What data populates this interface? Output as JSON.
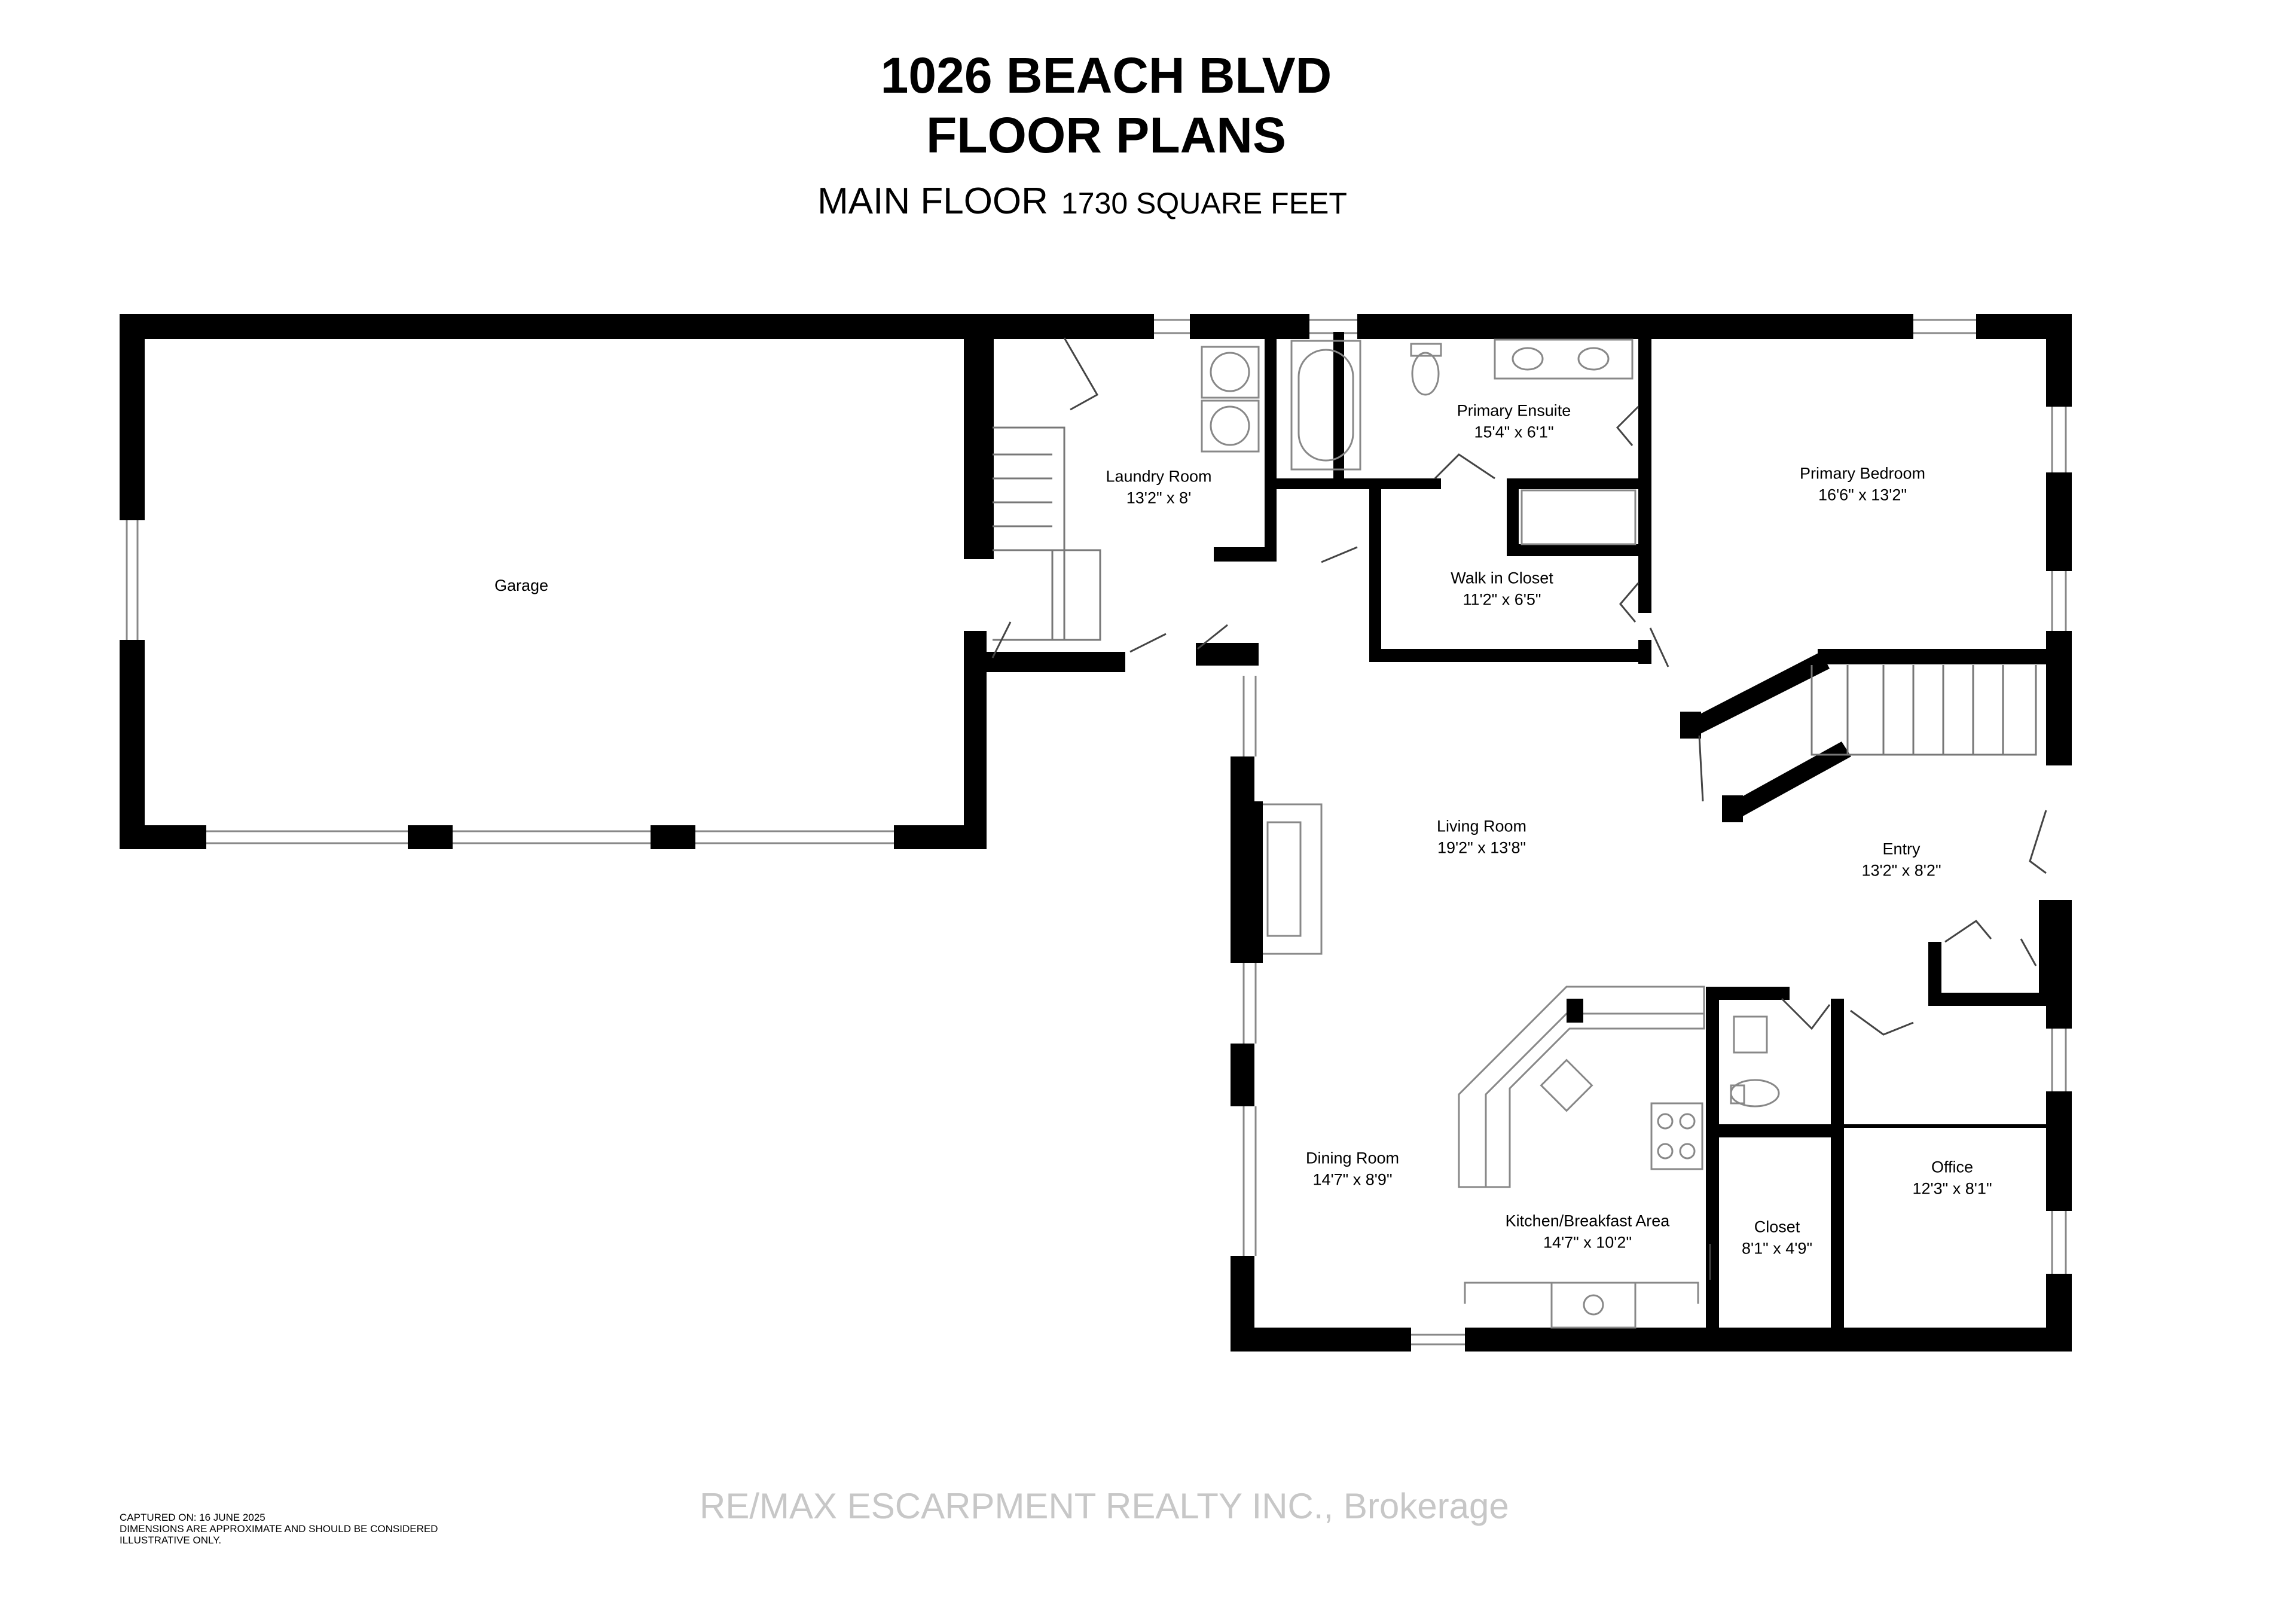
{
  "header": {
    "address": "1026 BEACH BLVD",
    "subtitle": "FLOOR PLANS",
    "floor_name": "MAIN FLOOR",
    "floor_area": "1730 SQUARE FEET"
  },
  "rooms": {
    "garage": {
      "name": "Garage",
      "dims": ""
    },
    "laundry": {
      "name": "Laundry Room",
      "dims": "13'2\" x 8'"
    },
    "ensuite": {
      "name": "Primary Ensuite",
      "dims": "15'4\" x 6'1\""
    },
    "bedroom": {
      "name": "Primary Bedroom",
      "dims": "16'6\" x 13'2\""
    },
    "walkin": {
      "name": "Walk in Closet",
      "dims": "11'2\" x 6'5\""
    },
    "living": {
      "name": "Living Room",
      "dims": "19'2\" x 13'8\""
    },
    "entry": {
      "name": "Entry",
      "dims": "13'2\" x 8'2\""
    },
    "dining": {
      "name": "Dining Room",
      "dims": "14'7\" x 8'9\""
    },
    "kitchen": {
      "name": "Kitchen/Breakfast Area",
      "dims": "14'7\" x 10'2\""
    },
    "closet": {
      "name": "Closet",
      "dims": "8'1\" x 4'9\""
    },
    "office": {
      "name": "Office",
      "dims": "12'3\" x 8'1\""
    }
  },
  "footer": {
    "captured": "CAPTURED ON: 16 JUNE 2025",
    "note_line1": "DIMENSIONS ARE APPROXIMATE AND SHOULD BE CONSIDERED",
    "note_line2": "ILLUSTRATIVE ONLY."
  },
  "watermark": "RE/MAX ESCARPMENT REALTY INC., Brokerage",
  "colors": {
    "wall": "#000000",
    "fixture_line": "#9a9a9a",
    "watermark_text": "#c7c7c7"
  }
}
